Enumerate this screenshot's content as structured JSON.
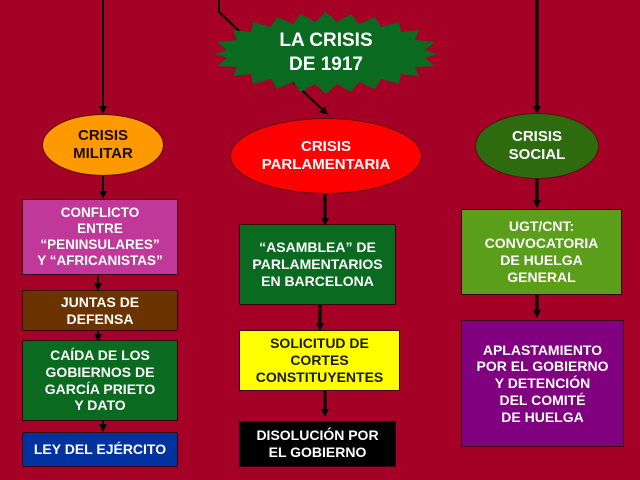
{
  "title": {
    "text": "LA CRISIS\nDE 1917",
    "shape": "starburst",
    "color": "#0a6b20"
  },
  "columns": [
    {
      "header": {
        "text": "CRISIS\nMILITAR",
        "color": "#ff9900",
        "text_color": "#1a0a00"
      },
      "steps": [
        {
          "text": "CONFLICTO\nENTRE\n“PENINSULARES”\nY “AFRICANISTAS”",
          "color": "#c0399a",
          "text_color": "#ffffff"
        },
        {
          "text": "JUNTAS DE\nDEFENSA",
          "color": "#6b3300",
          "text_color": "#ffffff"
        },
        {
          "text": "CAÍDA DE LOS\nGOBIERNOS DE\nGARCÍA PRIETO\nY DATO",
          "color": "#0a6b20",
          "text_color": "#ffffff"
        },
        {
          "text": "LEY DEL EJÉRCITO",
          "color": "#0033a0",
          "text_color": "#ffffff"
        }
      ]
    },
    {
      "header": {
        "text": "CRISIS\nPARLAMENTARIA",
        "color": "#ff0000",
        "text_color": "#ffffff"
      },
      "steps": [
        {
          "text": "“ASAMBLEA” DE\nPARLAMENTARIOS\nEN BARCELONA",
          "color": "#0a6b20",
          "text_color": "#ffffff"
        },
        {
          "text": "SOLICITUD DE\nCORTES\nCONSTITUYENTES",
          "color": "#ffff00",
          "text_color": "#1a1a1a"
        },
        {
          "text": "DISOLUCIÓN POR\nEL GOBIERNO",
          "color": "#000000",
          "text_color": "#ffffff"
        }
      ]
    },
    {
      "header": {
        "text": "CRISIS\nSOCIAL",
        "color": "#2e6b0f",
        "text_color": "#ffffff"
      },
      "steps": [
        {
          "text": "UGT/CNT:\nCONVOCATORIA\nDE HUELGA\nGENERAL",
          "color": "#5a9e1a",
          "text_color": "#ffffff"
        },
        {
          "text": "APLASTAMIENTO\nPOR EL GOBIERNO\nY DETENCIÓN\nDEL COMITÉ\nDE HUELGA",
          "color": "#800080",
          "text_color": "#ffffff"
        }
      ]
    }
  ],
  "background_color": "#a50026",
  "arrow_color": "#000000"
}
